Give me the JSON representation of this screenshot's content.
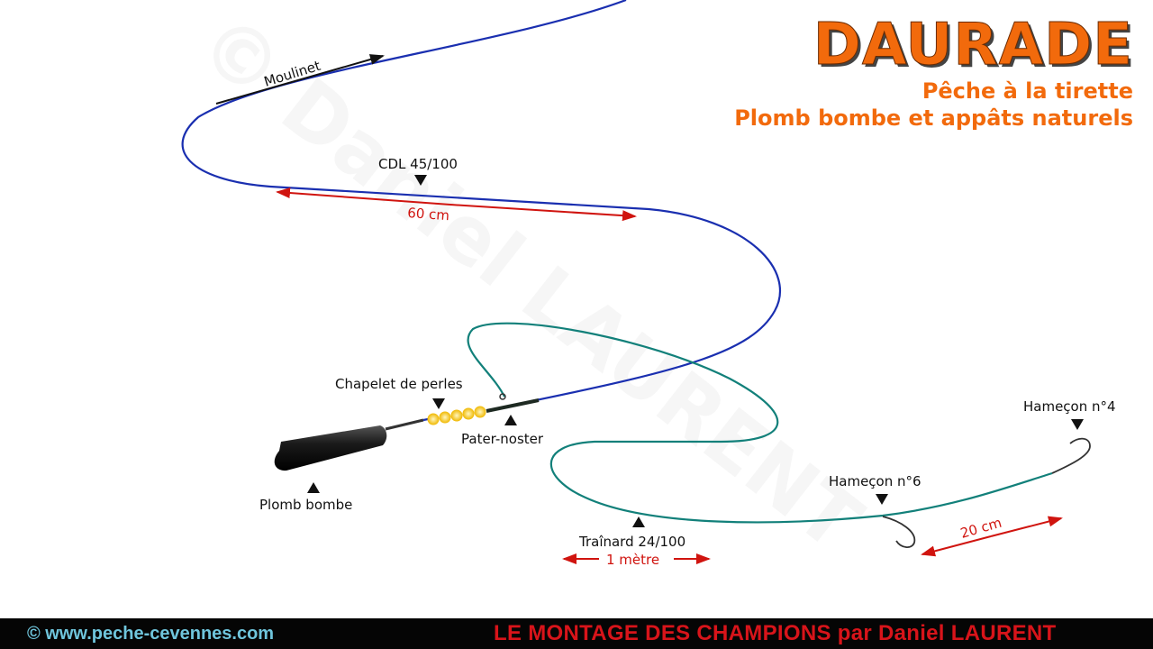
{
  "header": {
    "title": "DAURADE",
    "subtitle1": "Pêche à la tirette",
    "subtitle2": "Plomb bombe et appâts naturels"
  },
  "watermark": "© Daniel LAURENT",
  "labels": {
    "moulinet": "Moulinet",
    "cdl": "CDL 45/100",
    "len60": "60 cm",
    "chapelet": "Chapelet de perles",
    "pater": "Pater-noster",
    "plomb": "Plomb bombe",
    "trainard": "Traînard 24/100",
    "len1m": "1 mètre",
    "hook6": "Hameçon n°6",
    "hook4": "Hameçon n°4",
    "len20": "20 cm"
  },
  "colors": {
    "main_line": "#1a2fb0",
    "trainard": "#12807a",
    "accent": "#f26a0c",
    "measure": "#d0140f"
  },
  "footer": {
    "site": "© www.peche-cevennes.com",
    "credit": "LE MONTAGE DES CHAMPIONS par Daniel LAURENT"
  }
}
